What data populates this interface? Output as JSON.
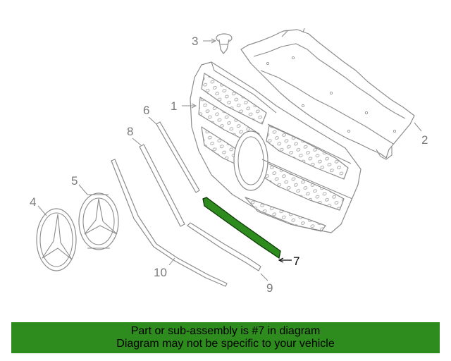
{
  "diagram": {
    "callouts": {
      "c1": "1",
      "c2": "2",
      "c3": "3",
      "c4": "4",
      "c5": "5",
      "c6": "6",
      "c7": "7",
      "c8": "8",
      "c9": "9",
      "c10": "10"
    },
    "highlight_part": "7",
    "highlight_color": "#2e8b1e"
  },
  "banner": {
    "line1": "Part or sub-assembly is #7 in diagram",
    "line2": "Diagram may not be specific to your vehicle",
    "background": "#2e8b1e"
  }
}
